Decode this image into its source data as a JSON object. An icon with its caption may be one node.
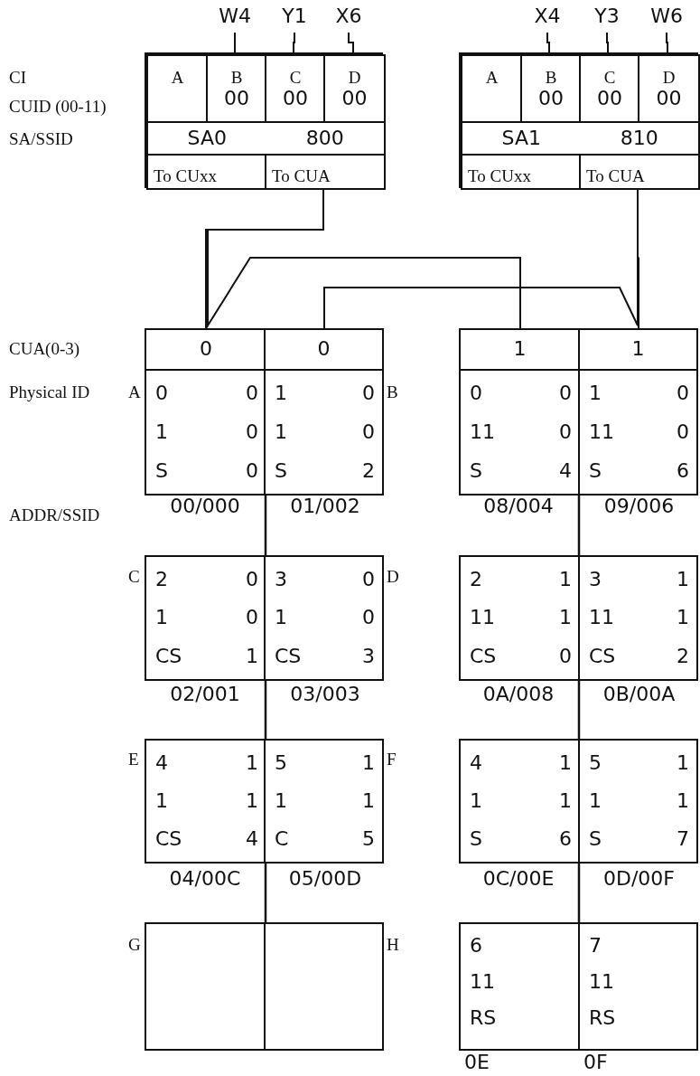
{
  "diagram": {
    "nodes": [
      {
        "text": [
          "W4"
        ]
      },
      {
        "text": [
          "Y1"
        ]
      },
      {
        "text": [
          "X6"
        ]
      },
      {
        "text": [
          "X4"
        ]
      },
      {
        "text": [
          "Y3"
        ]
      },
      {
        "text": [
          "W6"
        ]
      },
      {
        "text": [],
        "shape": "box"
      },
      {
        "text": [
          "A"
        ],
        "in": 6
      },
      {
        "text": [
          "B",
          "00"
        ],
        "in": 6
      },
      {
        "text": [
          "C",
          "00"
        ],
        "in": 6
      },
      {
        "text": [
          "D",
          "00"
        ],
        "in": 6
      },
      {
        "text": [
          "SA0",
          "800"
        ],
        "in": 6
      },
      {
        "text": [
          "To CUxx"
        ],
        "in": 6
      },
      {
        "text": [
          "To CUA"
        ],
        "in": 6
      },
      {
        "text": [],
        "shape": "box"
      },
      {
        "text": [
          "A"
        ],
        "in": 14
      },
      {
        "text": [
          "B",
          "00"
        ],
        "in": 14
      },
      {
        "text": [
          "C",
          "00"
        ],
        "in": 14
      },
      {
        "text": [
          "D",
          "00"
        ],
        "in": 14
      },
      {
        "text": [
          "SA1",
          "810"
        ],
        "in": 14
      },
      {
        "text": [
          "To CUxx"
        ],
        "in": 14
      },
      {
        "text": [
          "To CUA"
        ],
        "in": 14
      },
      {
        "text": [
          "0"
        ]
      },
      {
        "text": [
          "0"
        ]
      },
      {
        "text": [
          "1"
        ]
      },
      {
        "text": [
          "1"
        ]
      },
      {
        "text": [
          "0",
          "0",
          "1",
          "0",
          "S",
          "0"
        ],
        "beside": [
          "A",
          "00/000"
        ]
      },
      {
        "text": [
          "1",
          "0",
          "1",
          "0",
          "S",
          "2"
        ],
        "beside": [
          "B",
          "01/002"
        ]
      },
      {
        "text": [
          "0",
          "0",
          "11",
          "0",
          "S",
          "4"
        ],
        "beside": [
          "08/004"
        ]
      },
      {
        "text": [
          "1",
          "0",
          "11",
          "0",
          "S",
          "6"
        ],
        "beside": [
          "09/006"
        ]
      },
      {
        "text": [
          "2",
          "0",
          "1",
          "0",
          "CS",
          "1"
        ],
        "beside": [
          "C",
          "02/001"
        ]
      },
      {
        "text": [
          "3",
          "0",
          "1",
          "0",
          "CS",
          "3"
        ],
        "beside": [
          "D",
          "03/003"
        ]
      },
      {
        "text": [
          "2",
          "1",
          "11",
          "1",
          "CS",
          "0"
        ],
        "beside": [
          "0A/008"
        ]
      },
      {
        "text": [
          "3",
          "1",
          "11",
          "1",
          "CS",
          "2"
        ],
        "beside": [
          "0B/00A"
        ]
      },
      {
        "text": [
          "4",
          "1",
          "1",
          "1",
          "CS",
          "4"
        ],
        "beside": [
          "E",
          "04/00C"
        ]
      },
      {
        "text": [
          "5",
          "1",
          "1",
          "1",
          "C",
          "5"
        ],
        "beside": [
          "F",
          "05/00D"
        ]
      },
      {
        "text": [
          "4",
          "1",
          "1",
          "1",
          "S",
          "6"
        ],
        "beside": [
          "0C/00E"
        ]
      },
      {
        "text": [
          "5",
          "1",
          "1",
          "1",
          "S",
          "7"
        ],
        "beside": [
          "0D/00F"
        ]
      },
      {
        "text": [],
        "shape": "box",
        "beside": [
          "G"
        ]
      },
      {
        "text": [],
        "shape": "box",
        "beside": [
          "H"
        ]
      },
      {
        "text": [
          "6",
          "11",
          "RS"
        ],
        "beside": [
          "0E"
        ]
      },
      {
        "text": [
          "7",
          "11",
          "RS"
        ],
        "beside": [
          "0F"
        ]
      }
    ],
    "edges": [
      {
        "from": 0,
        "to": 8,
        "arrow": "none"
      },
      {
        "from": 1,
        "to": 9,
        "arrow": "none"
      },
      {
        "from": 2,
        "to": 10,
        "arrow": "none"
      },
      {
        "from": 3,
        "to": 16,
        "arrow": "none"
      },
      {
        "from": 4,
        "to": 17,
        "arrow": "none"
      },
      {
        "from": 5,
        "to": 18,
        "arrow": "none"
      },
      {
        "from": 13,
        "to": 22,
        "arrow": "none"
      },
      {
        "from": 13,
        "to": 24,
        "arrow": "none"
      },
      {
        "from": 21,
        "to": 25,
        "arrow": "none"
      },
      {
        "from": 21,
        "to": 23,
        "arrow": "none"
      }
    ],
    "labels": [
      "CI",
      "CUID (00-11)",
      "SA/SSID",
      "CUA(0-3)",
      "Physical ID",
      "ADDR/SSID"
    ]
  }
}
